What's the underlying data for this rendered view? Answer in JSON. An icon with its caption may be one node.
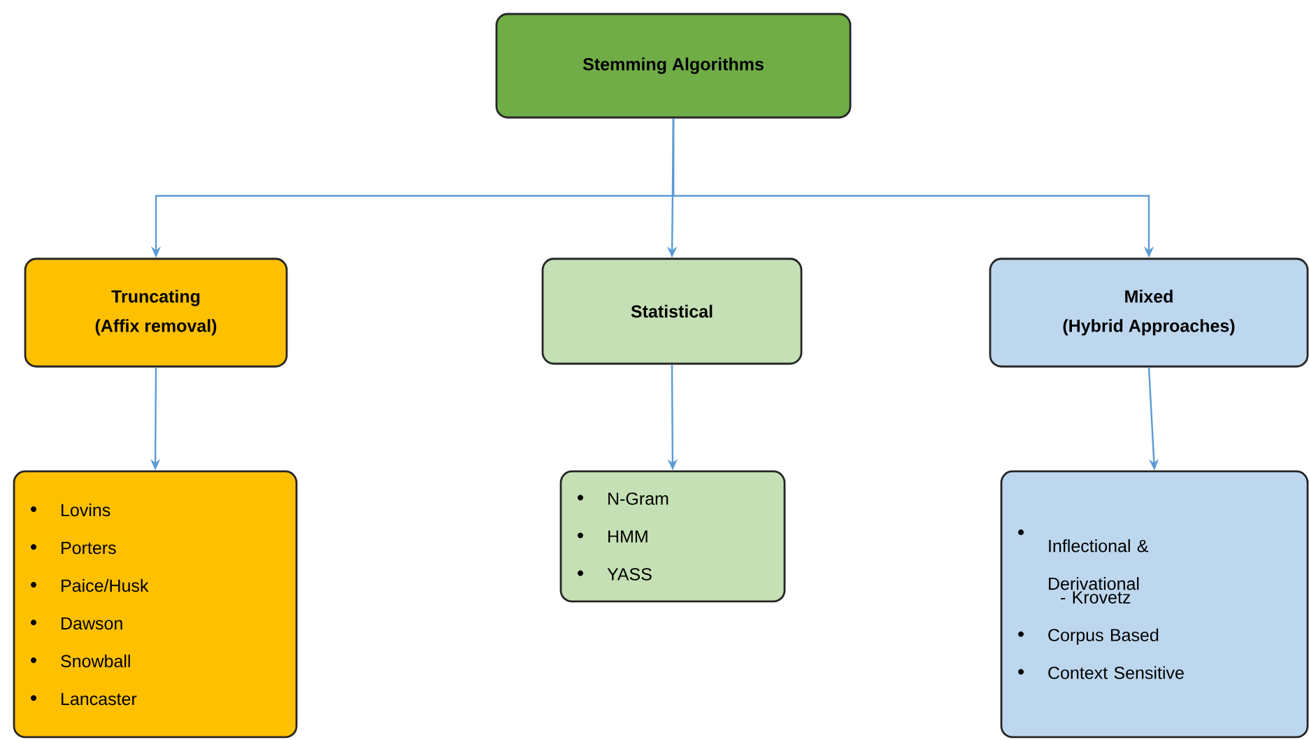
{
  "diagram": {
    "nodes": [
      {
        "text": [
          "Stemming Algorithms"
        ]
      },
      {
        "text": [
          "Truncating",
          "(Affix removal)"
        ]
      },
      {
        "text": [
          "Statistical"
        ]
      },
      {
        "text": [
          "Mixed",
          "(Hybrid Approaches)"
        ]
      },
      {
        "text": [
          "Lovins",
          "Porters",
          "Paice/Husk",
          "Dawson",
          "Snowball",
          "Lancaster"
        ]
      },
      {
        "text": [
          "N-Gram",
          "HMM",
          "YASS"
        ]
      },
      {
        "text": [
          "Inflectional & Derivational",
          "- Krovetz",
          "Corpus Based",
          "Context Sensitive"
        ]
      }
    ],
    "edges": [
      {
        "from": 0,
        "to": 1,
        "arrow": "to"
      },
      {
        "from": 0,
        "to": 2,
        "arrow": "to"
      },
      {
        "from": 0,
        "to": 3,
        "arrow": "to"
      },
      {
        "from": 1,
        "to": 4,
        "arrow": "to"
      },
      {
        "from": 2,
        "to": 5,
        "arrow": "to"
      },
      {
        "from": 3,
        "to": 6,
        "arrow": "to"
      }
    ]
  }
}
